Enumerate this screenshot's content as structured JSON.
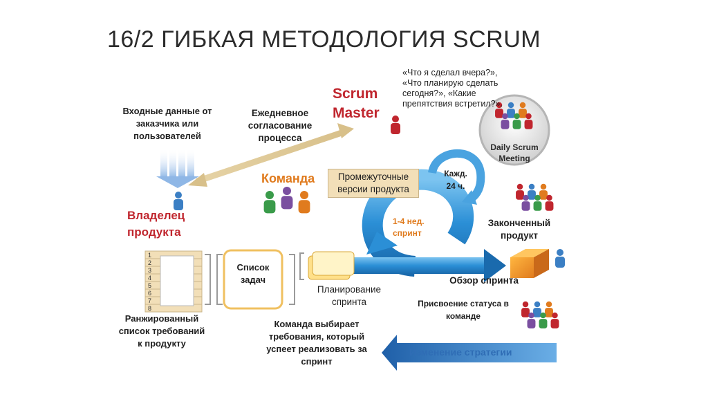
{
  "title": "16/2 ГИБКАЯ МЕТОДОЛОГИЯ SCRUM",
  "input_data": "Входные данные от заказчика или пользователей",
  "daily_agreement": "Ежедневное согласование процесса",
  "scrum_master": "Scrum Master",
  "daily_questions": "«Что я сделал вчера?», «Что планирую сделать сегодня?», «Какие препятствия встретил?».",
  "daily_meeting": "Daily Scrum Meeting",
  "team": "Команда",
  "intermediate_versions": "Промежуточные версии продукта",
  "every_24h": "Кажд. 24 ч.",
  "product_owner": "Владелец продукта",
  "sprint_duration": "1-4 нед. спринт",
  "finished_product": "Законченный продукт",
  "backlog_numbers": [
    "1",
    "2",
    "3",
    "4",
    "5",
    "6",
    "7",
    "8"
  ],
  "task_list": "Список задач",
  "sprint_planning": "Планирование спринта",
  "sprint_review": "Обзор спринта",
  "team_status": "Присвоение статуса в команде",
  "ranked_list": "Ранжированный список требований к продукту",
  "team_selects": "Команда выбирает требования, который успеет реализовать за спринт",
  "strategy_change": "Изменение стратегии",
  "colors": {
    "accent_red": "#c0262e",
    "accent_orange": "#e07b1e",
    "sprint_blue": "#2b8fd6",
    "arrow_tan": "#e6d3a6",
    "strategy_blue": "#2f6db5"
  }
}
